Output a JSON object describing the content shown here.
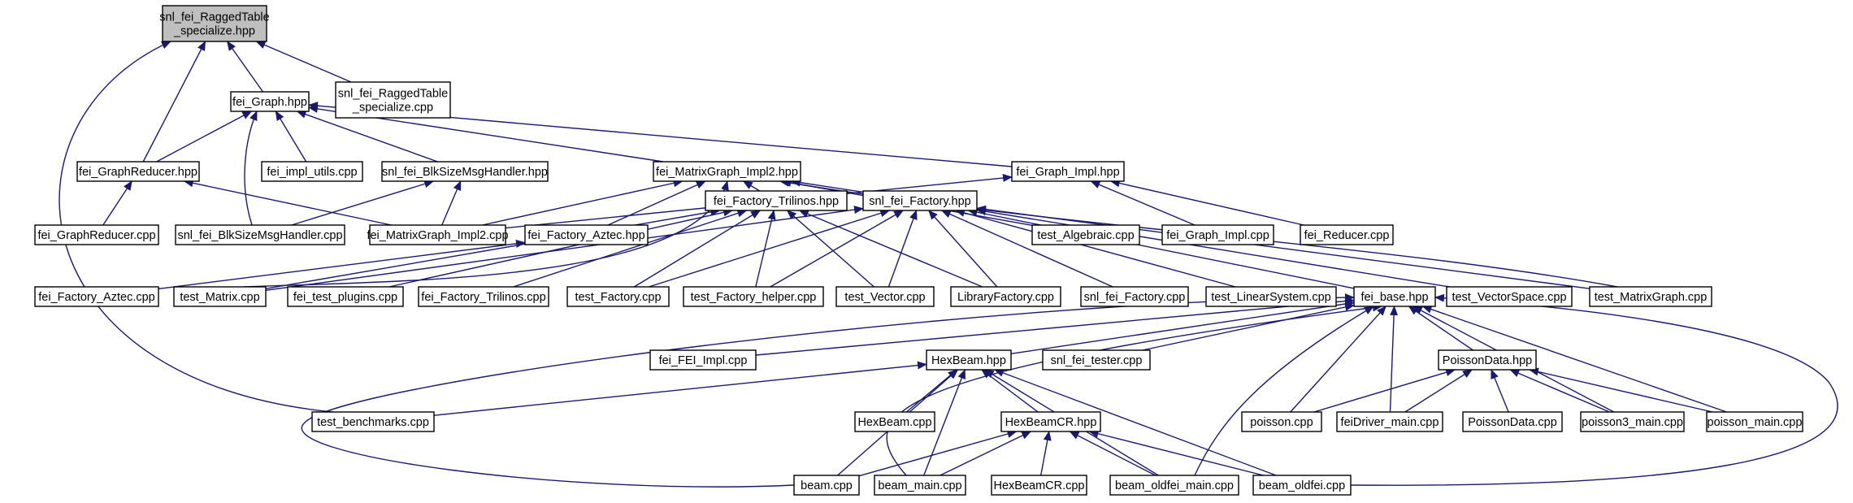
{
  "diagram": {
    "nodes": [
      {
        "id": "root",
        "lines": [
          "snl_fei_RaggedTable",
          "_specialize.hpp"
        ]
      },
      {
        "id": "rt_cpp",
        "lines": [
          "snl_fei_RaggedTable",
          "_specialize.cpp"
        ]
      },
      {
        "id": "graph_hpp",
        "lines": [
          "fei_Graph.hpp"
        ]
      },
      {
        "id": "graphreducer_hpp",
        "lines": [
          "fei_GraphReducer.hpp"
        ]
      },
      {
        "id": "impl_utils",
        "lines": [
          "fei_impl_utils.cpp"
        ]
      },
      {
        "id": "blk_hpp",
        "lines": [
          "snl_fei_BlkSizeMsgHandler.hpp"
        ]
      },
      {
        "id": "mg_impl2_hpp",
        "lines": [
          "fei_MatrixGraph_Impl2.hpp"
        ]
      },
      {
        "id": "graph_impl_hpp",
        "lines": [
          "fei_Graph_Impl.hpp"
        ]
      },
      {
        "id": "graphreducer_cpp",
        "lines": [
          "fei_GraphReducer.cpp"
        ]
      },
      {
        "id": "blk_cpp",
        "lines": [
          "snl_fei_BlkSizeMsgHandler.cpp"
        ]
      },
      {
        "id": "mg_impl2_cpp",
        "lines": [
          "fei_MatrixGraph_Impl2.cpp"
        ]
      },
      {
        "id": "fa_aztec_hpp",
        "lines": [
          "fei_Factory_Aztec.hpp"
        ]
      },
      {
        "id": "test_algebraic",
        "lines": [
          "test_Algebraic.cpp"
        ]
      },
      {
        "id": "graph_impl_cpp",
        "lines": [
          "fei_Graph_Impl.cpp"
        ]
      },
      {
        "id": "reducer_cpp",
        "lines": [
          "fei_Reducer.cpp"
        ]
      },
      {
        "id": "fa_trilinos_hpp",
        "lines": [
          "fei_Factory_Trilinos.hpp"
        ]
      },
      {
        "id": "snl_factory_hpp",
        "lines": [
          "snl_fei_Factory.hpp"
        ]
      },
      {
        "id": "fa_aztec_cpp",
        "lines": [
          "fei_Factory_Aztec.cpp"
        ]
      },
      {
        "id": "test_matrix",
        "lines": [
          "test_Matrix.cpp"
        ]
      },
      {
        "id": "test_plugins",
        "lines": [
          "fei_test_plugins.cpp"
        ]
      },
      {
        "id": "fa_trilinos_cpp",
        "lines": [
          "fei_Factory_Trilinos.cpp"
        ]
      },
      {
        "id": "test_factory",
        "lines": [
          "test_Factory.cpp"
        ]
      },
      {
        "id": "test_factory_helper",
        "lines": [
          "test_Factory_helper.cpp"
        ]
      },
      {
        "id": "test_vector",
        "lines": [
          "test_Vector.cpp"
        ]
      },
      {
        "id": "libraryfactory",
        "lines": [
          "LibraryFactory.cpp"
        ]
      },
      {
        "id": "snl_factory_cpp",
        "lines": [
          "snl_fei_Factory.cpp"
        ]
      },
      {
        "id": "test_linsys",
        "lines": [
          "test_LinearSystem.cpp"
        ]
      },
      {
        "id": "fei_base",
        "lines": [
          "fei_base.hpp"
        ]
      },
      {
        "id": "test_vecspace",
        "lines": [
          "test_VectorSpace.cpp"
        ]
      },
      {
        "id": "test_matgraph",
        "lines": [
          "test_MatrixGraph.cpp"
        ]
      },
      {
        "id": "fei_impl_cpp",
        "lines": [
          "fei_FEI_Impl.cpp"
        ]
      },
      {
        "id": "hexbeam_hpp",
        "lines": [
          "HexBeam.hpp"
        ]
      },
      {
        "id": "snl_tester",
        "lines": [
          "snl_fei_tester.cpp"
        ]
      },
      {
        "id": "poissondata_hpp",
        "lines": [
          "PoissonData.hpp"
        ]
      },
      {
        "id": "test_bench",
        "lines": [
          "test_benchmarks.cpp"
        ]
      },
      {
        "id": "hexbeam_cpp",
        "lines": [
          "HexBeam.cpp"
        ]
      },
      {
        "id": "hexbeamcr_hpp",
        "lines": [
          "HexBeamCR.hpp"
        ]
      },
      {
        "id": "poisson_cpp",
        "lines": [
          "poisson.cpp"
        ]
      },
      {
        "id": "feidriver",
        "lines": [
          "feiDriver_main.cpp"
        ]
      },
      {
        "id": "poissondata_cpp",
        "lines": [
          "PoissonData.cpp"
        ]
      },
      {
        "id": "poisson3",
        "lines": [
          "poisson3_main.cpp"
        ]
      },
      {
        "id": "poisson_main",
        "lines": [
          "poisson_main.cpp"
        ]
      },
      {
        "id": "beam_cpp",
        "lines": [
          "beam.cpp"
        ]
      },
      {
        "id": "beam_main",
        "lines": [
          "beam_main.cpp"
        ]
      },
      {
        "id": "hexbeamcr_cpp",
        "lines": [
          "HexBeamCR.cpp"
        ]
      },
      {
        "id": "beam_oldfei_main",
        "lines": [
          "beam_oldfei_main.cpp"
        ]
      },
      {
        "id": "beam_oldfei",
        "lines": [
          "beam_oldfei.cpp"
        ]
      }
    ],
    "edges": [
      [
        "graph_hpp",
        "root"
      ],
      [
        "rt_cpp",
        "root"
      ],
      [
        "graphreducer_hpp",
        "root"
      ],
      [
        "test_bench",
        "root"
      ],
      [
        "graphreducer_hpp",
        "graph_hpp"
      ],
      [
        "impl_utils",
        "graph_hpp"
      ],
      [
        "blk_hpp",
        "graph_hpp"
      ],
      [
        "blk_cpp",
        "graph_hpp"
      ],
      [
        "mg_impl2_hpp",
        "graph_hpp"
      ],
      [
        "graph_impl_hpp",
        "graph_hpp"
      ],
      [
        "graphreducer_cpp",
        "graphreducer_hpp"
      ],
      [
        "mg_impl2_cpp",
        "graphreducer_hpp"
      ],
      [
        "blk_cpp",
        "blk_hpp"
      ],
      [
        "mg_impl2_cpp",
        "blk_hpp"
      ],
      [
        "mg_impl2_cpp",
        "mg_impl2_hpp"
      ],
      [
        "fa_aztec_hpp",
        "mg_impl2_hpp"
      ],
      [
        "fa_trilinos_hpp",
        "mg_impl2_hpp"
      ],
      [
        "snl_factory_hpp",
        "mg_impl2_hpp"
      ],
      [
        "test_algebraic",
        "mg_impl2_hpp"
      ],
      [
        "test_matrix",
        "mg_impl2_hpp"
      ],
      [
        "test_matgraph",
        "mg_impl2_hpp"
      ],
      [
        "mg_impl2_cpp",
        "graph_impl_hpp"
      ],
      [
        "graph_impl_cpp",
        "graph_impl_hpp"
      ],
      [
        "reducer_cpp",
        "graph_impl_hpp"
      ],
      [
        "fa_aztec_cpp",
        "fa_aztec_hpp"
      ],
      [
        "test_matrix",
        "fa_trilinos_hpp"
      ],
      [
        "test_plugins",
        "fa_trilinos_hpp"
      ],
      [
        "fa_trilinos_cpp",
        "fa_trilinos_hpp"
      ],
      [
        "test_factory",
        "fa_trilinos_hpp"
      ],
      [
        "test_factory_helper",
        "fa_trilinos_hpp"
      ],
      [
        "test_vector",
        "fa_trilinos_hpp"
      ],
      [
        "libraryfactory",
        "fa_trilinos_hpp"
      ],
      [
        "test_matrix",
        "snl_factory_hpp"
      ],
      [
        "test_factory",
        "snl_factory_hpp"
      ],
      [
        "test_factory_helper",
        "snl_factory_hpp"
      ],
      [
        "test_vector",
        "snl_factory_hpp"
      ],
      [
        "libraryfactory",
        "snl_factory_hpp"
      ],
      [
        "snl_factory_cpp",
        "snl_factory_hpp"
      ],
      [
        "test_linsys",
        "snl_factory_hpp"
      ],
      [
        "fei_base",
        "snl_factory_hpp"
      ],
      [
        "test_vecspace",
        "snl_factory_hpp"
      ],
      [
        "test_matgraph",
        "snl_factory_hpp"
      ],
      [
        "fei_impl_cpp",
        "fei_base"
      ],
      [
        "hexbeam_hpp",
        "fei_base"
      ],
      [
        "snl_tester",
        "fei_base"
      ],
      [
        "poissondata_hpp",
        "fei_base"
      ],
      [
        "poisson_cpp",
        "fei_base"
      ],
      [
        "feidriver",
        "fei_base"
      ],
      [
        "poisson3",
        "fei_base"
      ],
      [
        "poisson_main",
        "fei_base"
      ],
      [
        "beam_cpp",
        "fei_base"
      ],
      [
        "beam_main",
        "fei_base"
      ],
      [
        "beam_oldfei_main",
        "fei_base"
      ],
      [
        "beam_oldfei",
        "fei_base"
      ],
      [
        "test_bench",
        "hexbeam_hpp"
      ],
      [
        "hexbeam_cpp",
        "hexbeam_hpp"
      ],
      [
        "hexbeamcr_hpp",
        "hexbeam_hpp"
      ],
      [
        "beam_cpp",
        "hexbeam_hpp"
      ],
      [
        "beam_main",
        "hexbeam_hpp"
      ],
      [
        "beam_oldfei_main",
        "hexbeam_hpp"
      ],
      [
        "beam_oldfei",
        "hexbeam_hpp"
      ],
      [
        "poisson_cpp",
        "poissondata_hpp"
      ],
      [
        "feidriver",
        "poissondata_hpp"
      ],
      [
        "poissondata_cpp",
        "poissondata_hpp"
      ],
      [
        "poisson3",
        "poissondata_hpp"
      ],
      [
        "poisson_main",
        "poissondata_hpp"
      ],
      [
        "beam_cpp",
        "hexbeamcr_hpp"
      ],
      [
        "beam_main",
        "hexbeamcr_hpp"
      ],
      [
        "hexbeamcr_cpp",
        "hexbeamcr_hpp"
      ],
      [
        "beam_oldfei_main",
        "hexbeamcr_hpp"
      ],
      [
        "beam_oldfei",
        "hexbeamcr_hpp"
      ]
    ]
  }
}
